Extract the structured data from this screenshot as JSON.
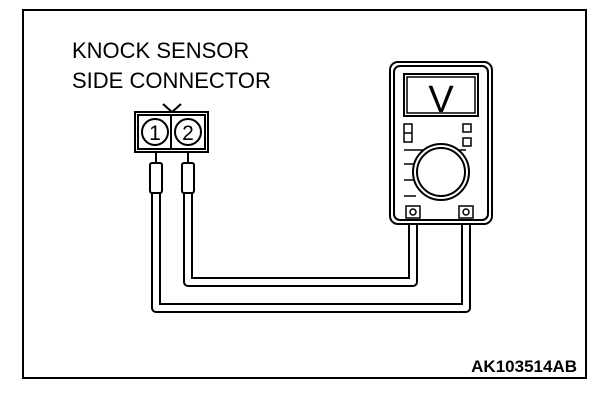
{
  "connector_label": {
    "line1": "KNOCK SENSOR",
    "line2": "SIDE CONNECTOR"
  },
  "connector_pins": [
    "1",
    "2"
  ],
  "meter_display_glyph": "V",
  "figure_code": "AK103514AB"
}
